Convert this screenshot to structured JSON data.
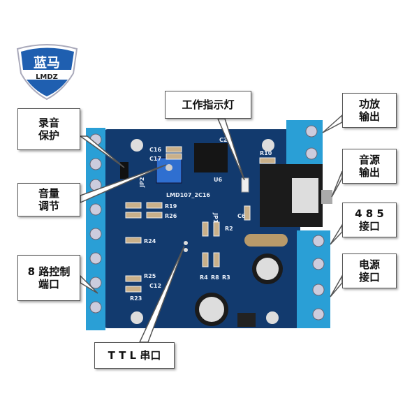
{
  "logo": {
    "name_cn": "蓝马",
    "name_en": "LMDZ"
  },
  "callouts": {
    "status_led": "工作指示灯",
    "record_protect": "录音\n保护",
    "volume_adjust": "音量\n调节",
    "control_port": "8 路控制\n端口",
    "ttl_serial": "T T L 串口",
    "amp_output": "功放\n输出",
    "audio_output": "音源\n输出",
    "rs485": "4 8 5\n接口",
    "power": "电源\n接口"
  },
  "silkscreen": {
    "c16": "C16",
    "c17": "C17",
    "c20": "C20",
    "u6": "U6",
    "r10": "R10",
    "jp2": "JP2",
    "model": "LMD107_2C16",
    "r19": "R19",
    "r26": "R26",
    "r24": "R24",
    "jp1": "JP1",
    "r2": "R2",
    "r3": "R3",
    "r8": "R8",
    "r4": "R4",
    "c6": "C6",
    "r23": "R23",
    "r25": "R25",
    "c12": "C12"
  },
  "colors": {
    "pcb": "#123a6e",
    "terminal": "#2a9fd6",
    "logo": "#1f5fb0"
  }
}
